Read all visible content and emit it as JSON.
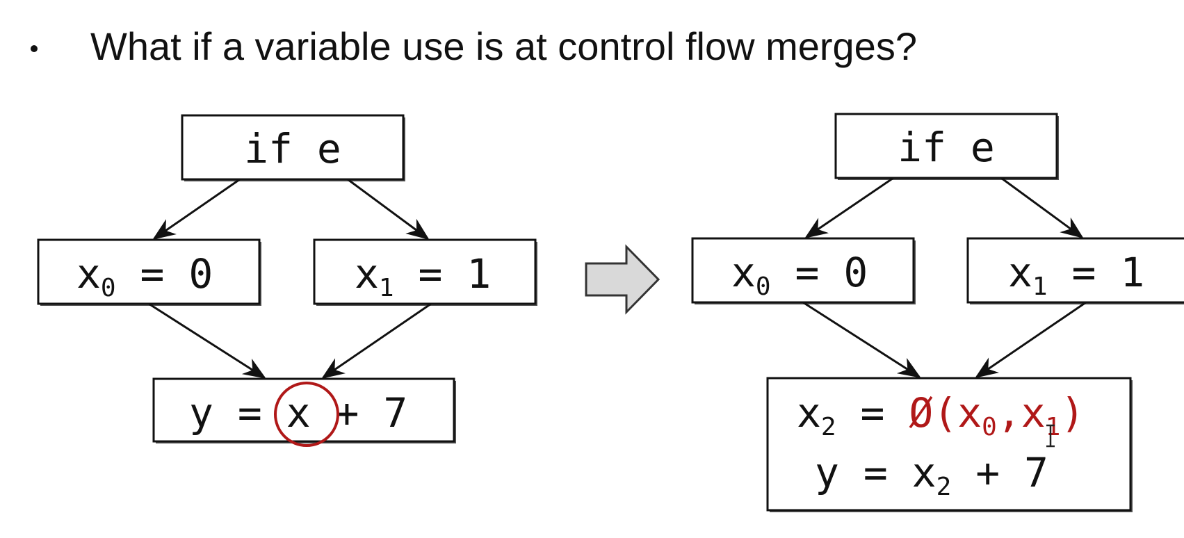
{
  "heading": {
    "bullet": "•",
    "text": "What if a variable use is at control flow merges?"
  },
  "left_diagram": {
    "top": "if e",
    "left_var": "x",
    "left_sub": "0",
    "left_rest": " = 0",
    "right_var": "x",
    "right_sub": "1",
    "right_rest": " = 1",
    "bottom_pre": "y = ",
    "bottom_x": "x",
    "bottom_post": " + 7",
    "highlight_color": "#b01818"
  },
  "right_diagram": {
    "top": "if e",
    "left_var": "x",
    "left_sub": "0",
    "left_rest": " = 0",
    "right_var": "x",
    "right_sub": "1",
    "right_rest": " = 1",
    "phi_lhs_var": "x",
    "phi_lhs_sub": "2",
    "phi_eq": " = ",
    "phi_fn": "Ø(x",
    "phi_sub0": "0",
    "phi_comma": ",x",
    "phi_sub1": "1",
    "phi_close": ")",
    "y_pre": "y = x",
    "y_sub": "2",
    "y_post": " + 7",
    "phi_color": "#b01818"
  },
  "transform_arrow": {
    "icon": "right-block-arrow-icon",
    "fill": "#d9d9d9"
  }
}
